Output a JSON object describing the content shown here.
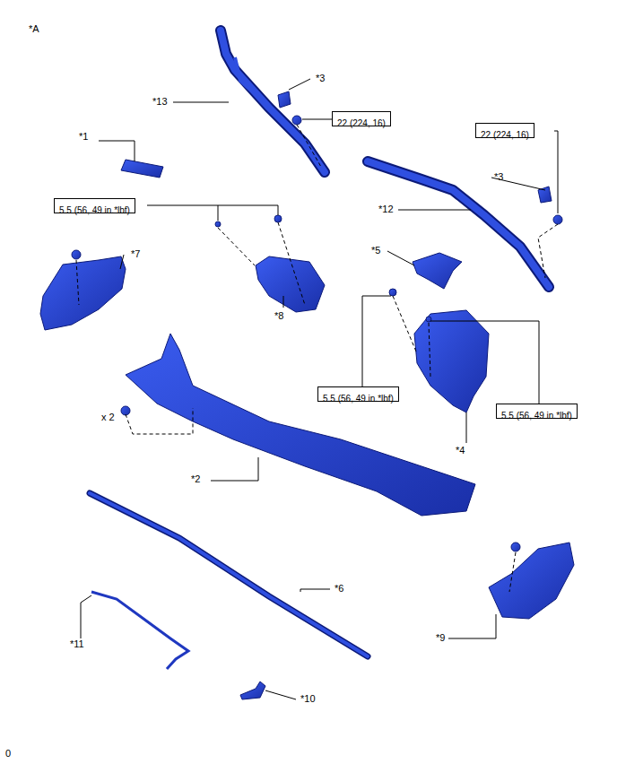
{
  "diagram": {
    "nodes": [
      {
        "text": [
          "22 (224, 16)"
        ]
      },
      {
        "text": [
          "22 (224, 16)"
        ]
      },
      {
        "text": [
          "5.5 (56, 49 in.*lbf)"
        ]
      },
      {
        "text": [
          "5.5 (56, 49 in.*lbf)"
        ]
      },
      {
        "text": [
          "5.5 (56, 49 in.*lbf)"
        ]
      }
    ],
    "labels": [
      "*A",
      "*13",
      "*3",
      "*1",
      "*3",
      "*12",
      "*7",
      "*8",
      "*5",
      "*4",
      "x 2",
      "*2",
      "*6",
      "*9",
      "*11",
      "*10",
      "0"
    ]
  }
}
